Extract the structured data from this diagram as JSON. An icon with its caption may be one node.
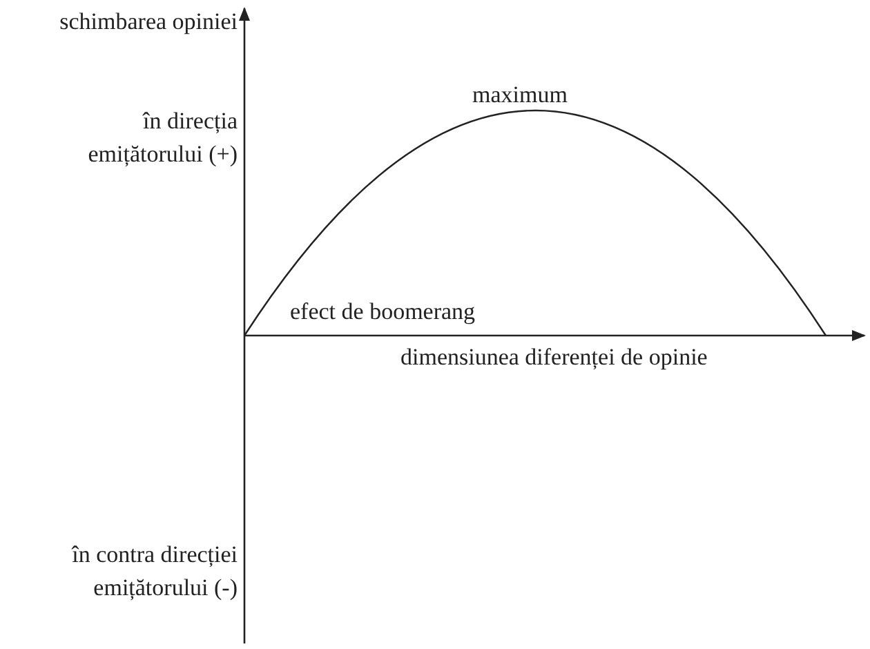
{
  "diagram": {
    "labels": [
      "schimbarea opiniei",
      "în direcția emițătorului (+)",
      "maximum",
      "efect de boomerang",
      "dimensiunea diferenței de opinie",
      "în contra direcției emițătorului (-)"
    ]
  }
}
